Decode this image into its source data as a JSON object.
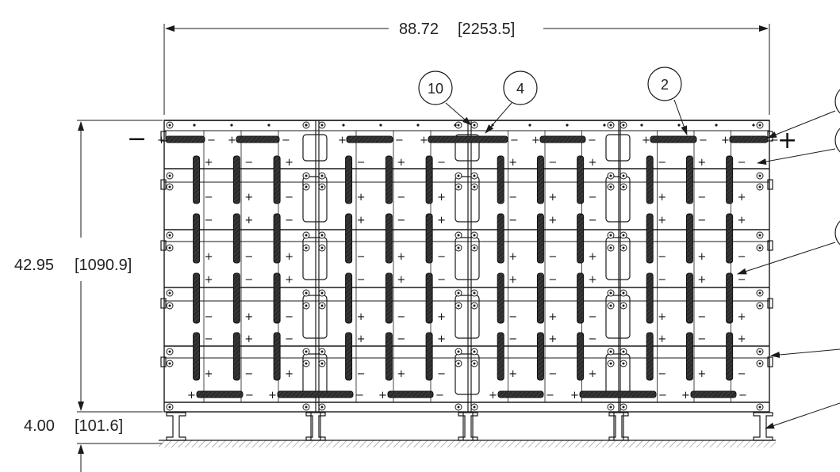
{
  "dimensions": {
    "width": "88.72",
    "width_metric": "[2253.5]",
    "height": "42.95",
    "height_metric": "[1090.9]",
    "base": "4.00",
    "base_metric": "[101.6]"
  },
  "callouts": [
    "10",
    "4",
    "2"
  ],
  "terminals": {
    "negative": "−",
    "positive": "+"
  },
  "polarity": {
    "plus": "+",
    "minus": "−"
  },
  "colors": {
    "line": "#1a1a1a",
    "bar": "#2b2b2b"
  }
}
